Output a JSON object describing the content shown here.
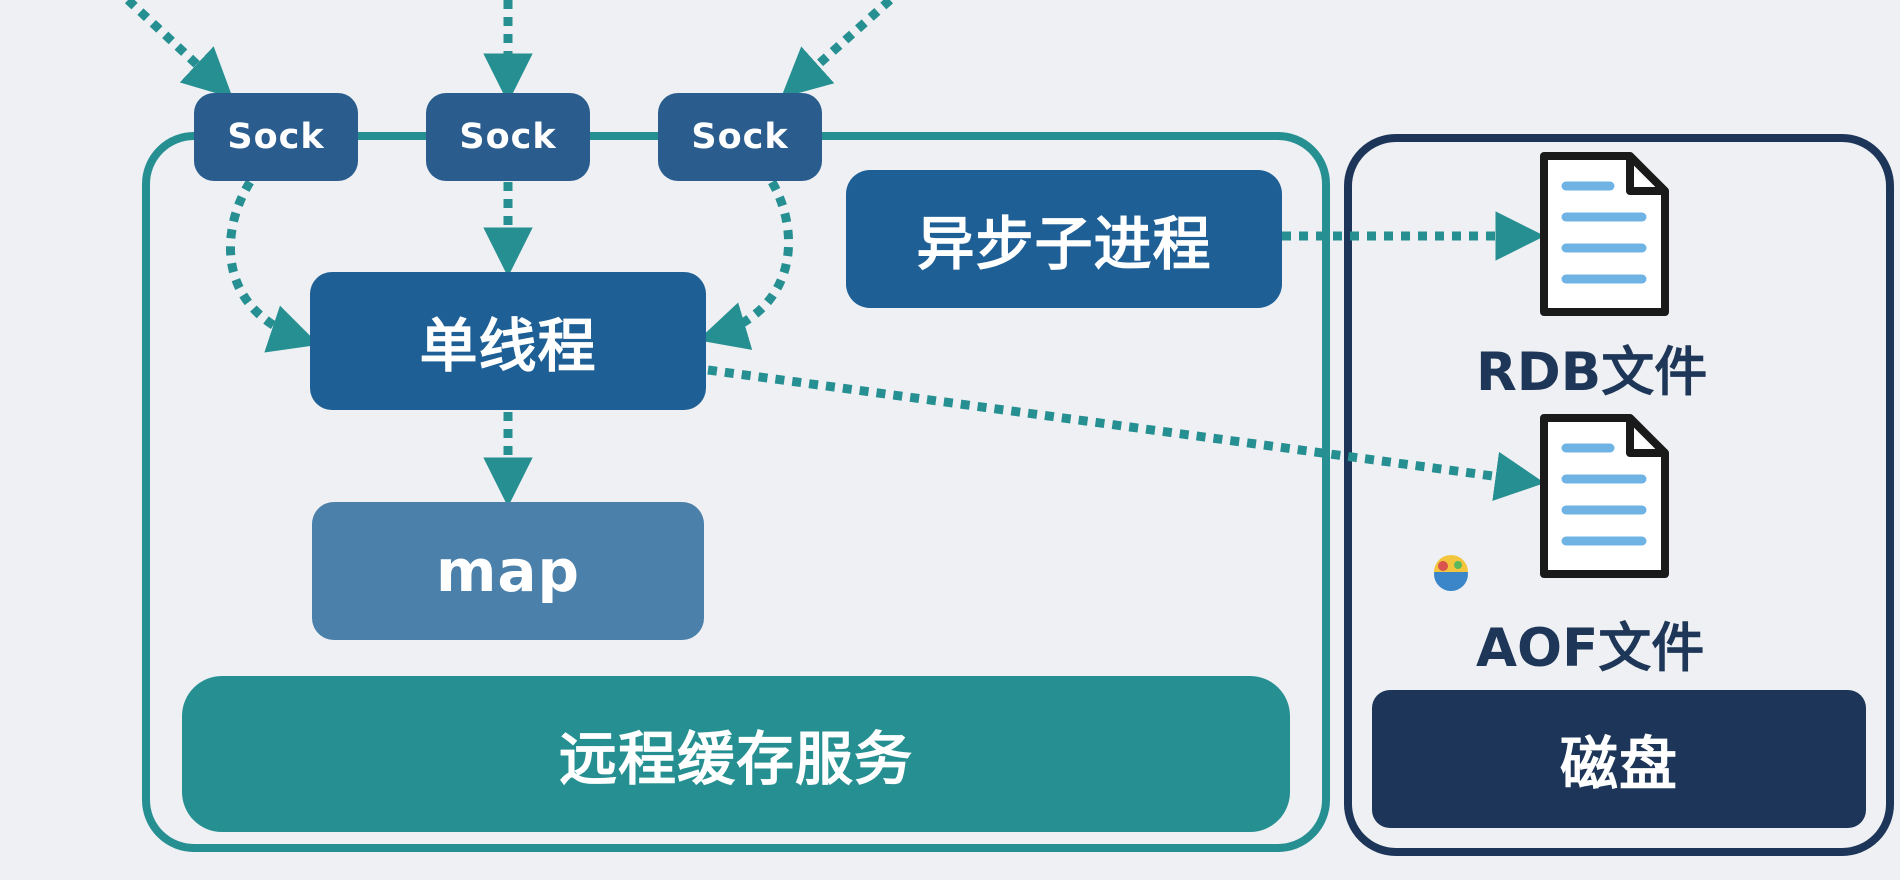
{
  "diagram": {
    "socks": [
      "Sock",
      "Sock",
      "Sock"
    ],
    "single_thread": "单线程",
    "async_process": "异步子进程",
    "map": "map",
    "service": "远程缓存服务",
    "disk": "磁盘",
    "rdb_file": "RDB文件",
    "aof_file": "AOF文件"
  },
  "colors": {
    "background": "#eef0f3",
    "teal": "#268f91",
    "navy": "#1c3558",
    "node_blue": "#1e5f96",
    "sock_blue": "#2a5d8e",
    "map_blue": "#4a80aa",
    "file_line": "#6fb3e4"
  },
  "icons": [
    "file-icon",
    "arrow-icon",
    "colorful-badge-icon"
  ]
}
